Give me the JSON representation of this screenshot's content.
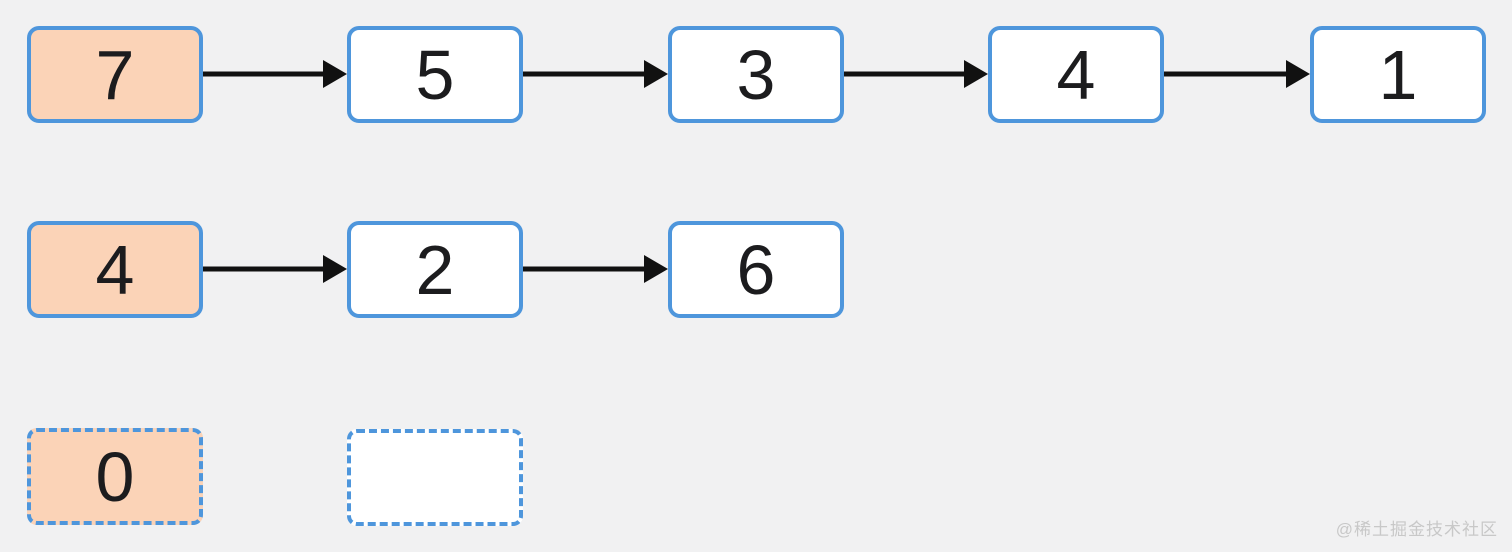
{
  "diagram": {
    "description": "two-linked-lists-with-new-nodes",
    "lists": [
      {
        "name": "list-1",
        "nodes": [
          {
            "value": "7",
            "highlighted": true
          },
          {
            "value": "5",
            "highlighted": false
          },
          {
            "value": "3",
            "highlighted": false
          },
          {
            "value": "4",
            "highlighted": false
          },
          {
            "value": "1",
            "highlighted": false
          }
        ]
      },
      {
        "name": "list-2",
        "nodes": [
          {
            "value": "4",
            "highlighted": true
          },
          {
            "value": "2",
            "highlighted": false
          },
          {
            "value": "6",
            "highlighted": false
          }
        ]
      },
      {
        "name": "pending-nodes",
        "nodes": [
          {
            "value": "0",
            "highlighted": true
          },
          {
            "value": "",
            "highlighted": false
          }
        ]
      }
    ]
  },
  "colors": {
    "bg": "#f1f1f2",
    "box_border": "#4e96dc",
    "node_fill": "#ffffff",
    "highlight_fill": "#fbd3b7",
    "arrow_color": "#111111",
    "text_color": "#1c1c1e",
    "watermark_color": "#c8c8c8"
  },
  "watermark": "@稀土掘金技术社区"
}
